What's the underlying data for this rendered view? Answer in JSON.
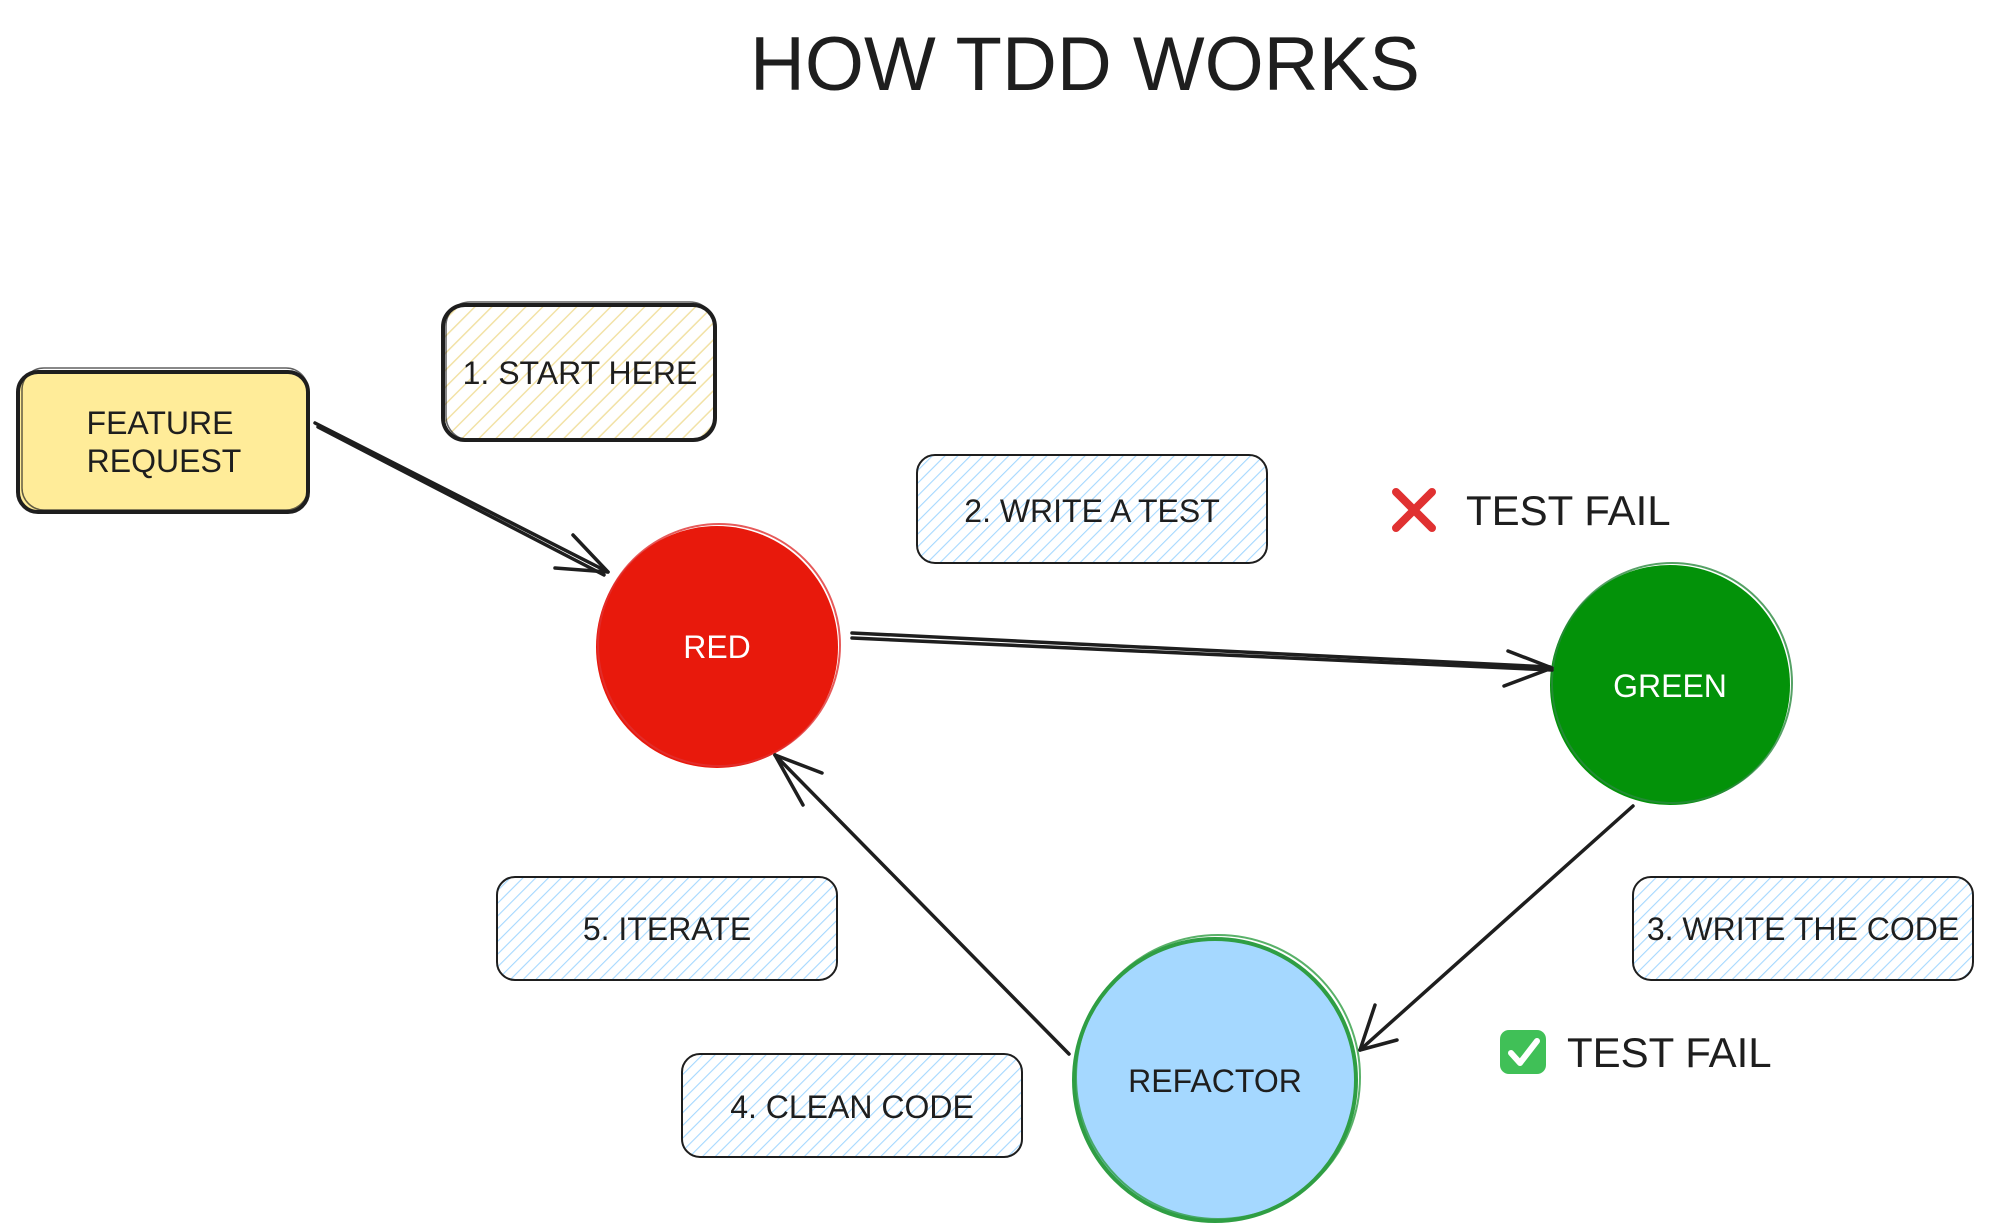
{
  "title": "HOW TDD WORKS",
  "feature_request": {
    "line1": "FEATURE",
    "line2": "REQUEST"
  },
  "steps": {
    "start_here": "1. START HERE",
    "write_test": "2. WRITE A TEST",
    "write_code": "3. WRITE THE CODE",
    "clean_code": "4. CLEAN CODE",
    "iterate": "5. ITERATE"
  },
  "nodes": {
    "red": "RED",
    "green": "GREEN",
    "refactor": "REFACTOR"
  },
  "status": {
    "fail_text": "TEST FAIL",
    "pass_text": "TEST FAIL",
    "fail_icon": "cross-mark-icon",
    "pass_icon": "check-mark-icon"
  },
  "colors": {
    "red_node": "#e8190c",
    "green_node": "#039209",
    "refactor_fill": "#a5d8ff",
    "refactor_stroke": "#2f9e44",
    "feature_fill": "#ffec99",
    "cross": "#e03131",
    "check": "#40c057",
    "ink": "#1e1e1e"
  }
}
